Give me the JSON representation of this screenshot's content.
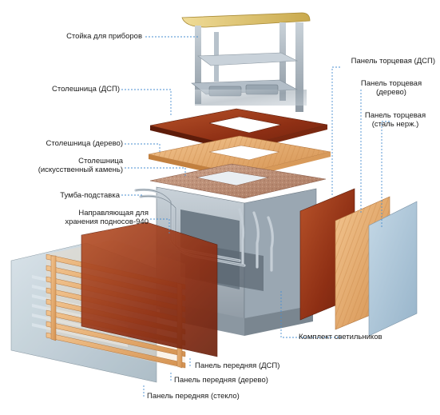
{
  "labels": {
    "stoyka": "Стойка для приборов",
    "stoleshnica_dsp": "Столешница (ДСП)",
    "stoleshnica_derevo": "Столешница (дерево)",
    "stoleshnica_kamen_1": "Столешница",
    "stoleshnica_kamen_2": "(искусственный камень)",
    "tumba": "Тумба-подставка",
    "napravlyayushchaya_1": "Направляющая для",
    "napravlyayushchaya_2": "хранения подносов-940",
    "panel_torc_dsp": "Панель торцевая (ДСП)",
    "panel_torc_derevo_1": "Панель торцевая",
    "panel_torc_derevo_2": "(дерево)",
    "panel_torc_stal_1": "Панель торцевая",
    "panel_torc_stal_2": "(сталь нерж.)",
    "komplekt": "Комплект светильников",
    "panel_pered_dsp": "Панель передняя (ДСП)",
    "panel_pered_derevo": "Панель передняя (дерево)",
    "panel_pered_steklo": "Панель передняя (стекло)"
  },
  "colors": {
    "leader": "#4a8fd0",
    "dsp_wood": "#9c3a1a",
    "light_wood": "#e3a96a",
    "stone": "#b88a72",
    "steel": "#b9c3cc",
    "glass": "#bccad3",
    "steel_blue_panel": "#a9c3d8"
  }
}
